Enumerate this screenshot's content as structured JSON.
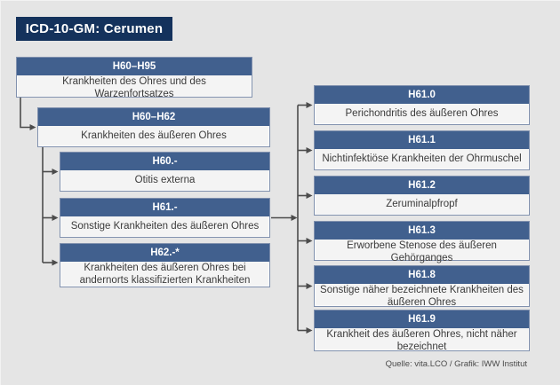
{
  "title": "ICD-10-GM: Cerumen",
  "footer": "Quelle: vita.LCO / Grafik: IWW Institut",
  "colors": {
    "page_bg": "#e5e5e5",
    "title_bg": "#14325c",
    "node_header_bg": "#41608e",
    "node_border": "#8191ae",
    "node_body_bg": "#f4f4f4",
    "body_text": "#3b3b3b",
    "connector": "#4c4c4c"
  },
  "nodes": {
    "left": [
      {
        "code": "H60–H95",
        "label": "Krankheiten des Ohres und des Warzenfortsatzes"
      },
      {
        "code": "H60–H62",
        "label": "Krankheiten des äußeren Ohres"
      },
      {
        "code": "H60.-",
        "label": "Otitis externa"
      },
      {
        "code": "H61.-",
        "label": "Sonstige Krankheiten des äußeren Ohres"
      },
      {
        "code": "H62.-*",
        "label": "Krankheiten des äußeren Ohres bei andernorts klassifizierten Krankheiten"
      }
    ],
    "right": [
      {
        "code": "H61.0",
        "label": "Perichondritis des äußeren Ohres"
      },
      {
        "code": "H61.1",
        "label": "Nichtinfektiöse Krankheiten der Ohrmuschel"
      },
      {
        "code": "H61.2",
        "label": "Zeruminalpfropf"
      },
      {
        "code": "H61.3",
        "label": "Erworbene Stenose des äußeren Gehörganges"
      },
      {
        "code": "H61.8",
        "label": "Sonstige näher bezeichnete Krankheiten des äußeren Ohres"
      },
      {
        "code": "H61.9",
        "label": "Krankheit des äußeren Ohres, nicht näher bezeichnet"
      }
    ]
  }
}
